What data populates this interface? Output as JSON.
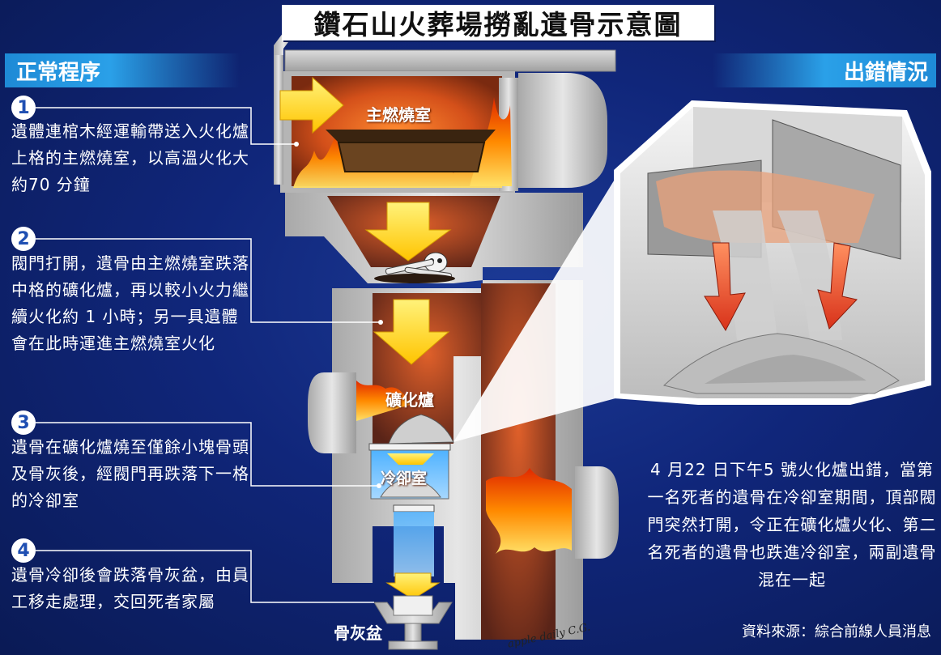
{
  "title": "鑽石山火葬場撈亂遺骨示意圖",
  "left_header": "正常程序",
  "right_header": "出錯情況",
  "steps": [
    {
      "number": "1",
      "text": "遺體連棺木經運輸帶送入火化爐上格的主燃燒室，以高溫火化大約70 分鐘"
    },
    {
      "number": "2",
      "text": "閥門打開，遺骨由主燃燒室跌落中格的礦化爐，再以較小火力繼續火化約 1 小時；另一具遺體會在此時運進主燃燒室火化"
    },
    {
      "number": "3",
      "text": "遺骨在礦化爐燒至僅餘小塊骨頭及骨灰後，經閥門再跌落下一格的冷卻室"
    },
    {
      "number": "4",
      "text": "遺骨冷卻後會跌落骨灰盆，由員工移走處理，交回死者家屬"
    }
  ],
  "labels": {
    "main_chamber": "主燃燒室",
    "mineral_furnace": "礦化爐",
    "cooling_room": "冷卻室",
    "ash_tray": "骨灰盆"
  },
  "error_description": "4 月22 日下午5 號火化爐出錯，當第一名死者的遺骨在冷卻室期間，頂部閥門突然打開，令正在礦化爐火化、第二名死者的遺骨也跌進冷卻室，兩副遺骨混在一起",
  "source": "資料來源：綜合前線人員消息",
  "signature": "apple daily C.G.",
  "colors": {
    "background": "#10267a",
    "header_blue": "#2aa0e8",
    "arrow_yellow": "#ffd400",
    "fire_orange": "#ff6a00",
    "red_arrow": "#e84a1e",
    "metal": "#c8c8c8"
  },
  "icons": {
    "arrow": "yellow-down-arrow",
    "bones": "skull-and-bones-icon"
  }
}
